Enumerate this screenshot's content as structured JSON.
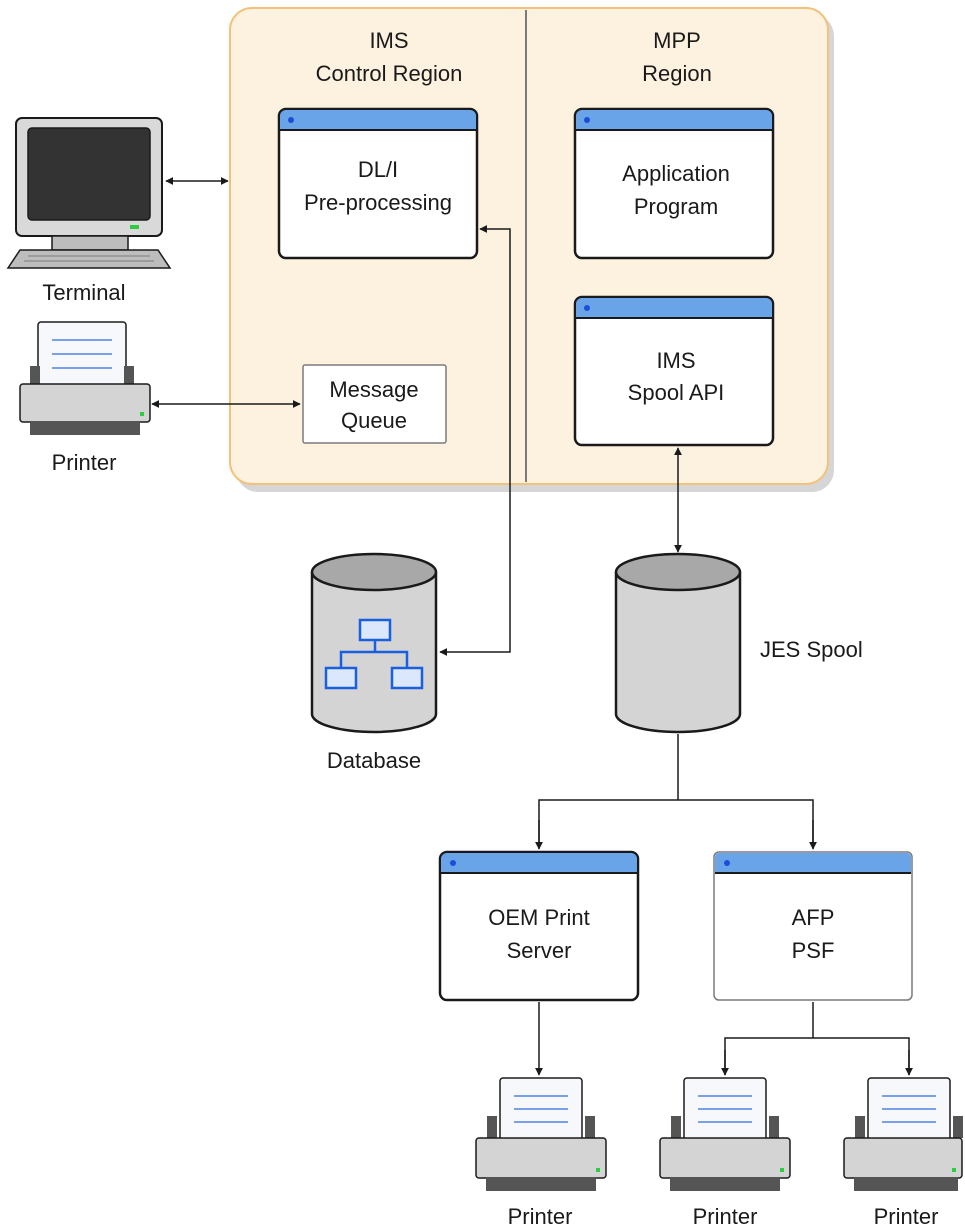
{
  "regions": {
    "control": {
      "title_line1": "IMS",
      "title_line2": "Control Region"
    },
    "mpp": {
      "title_line1": "MPP",
      "title_line2": "Region"
    }
  },
  "boxes": {
    "dli": {
      "line1": "DL/I",
      "line2": "Pre-processing"
    },
    "app": {
      "line1": "Application",
      "line2": "Program"
    },
    "spool_api": {
      "line1": "IMS",
      "line2": "Spool API"
    },
    "message_queue": {
      "line1": "Message",
      "line2": "Queue"
    },
    "oem": {
      "line1": "OEM Print",
      "line2": "Server"
    },
    "afp": {
      "line1": "AFP",
      "line2": "PSF"
    }
  },
  "devices": {
    "terminal": "Terminal",
    "printer_left": "Printer",
    "database": "Database",
    "jes_spool": "JES Spool",
    "printer_oem": "Printer",
    "printer_afp1": "Printer",
    "printer_afp2": "Printer"
  },
  "colors": {
    "region_fill": "#fdf1df",
    "region_border": "#f2c27c",
    "window_titlebar": "#6aa4e8",
    "window_dot": "#1a4fd6",
    "cylinder_fill": "#d4d4d4",
    "cylinder_top": "#a8a8a8",
    "db_icon": "#1a5fe0",
    "paper_lines": "#7aa0e8"
  }
}
